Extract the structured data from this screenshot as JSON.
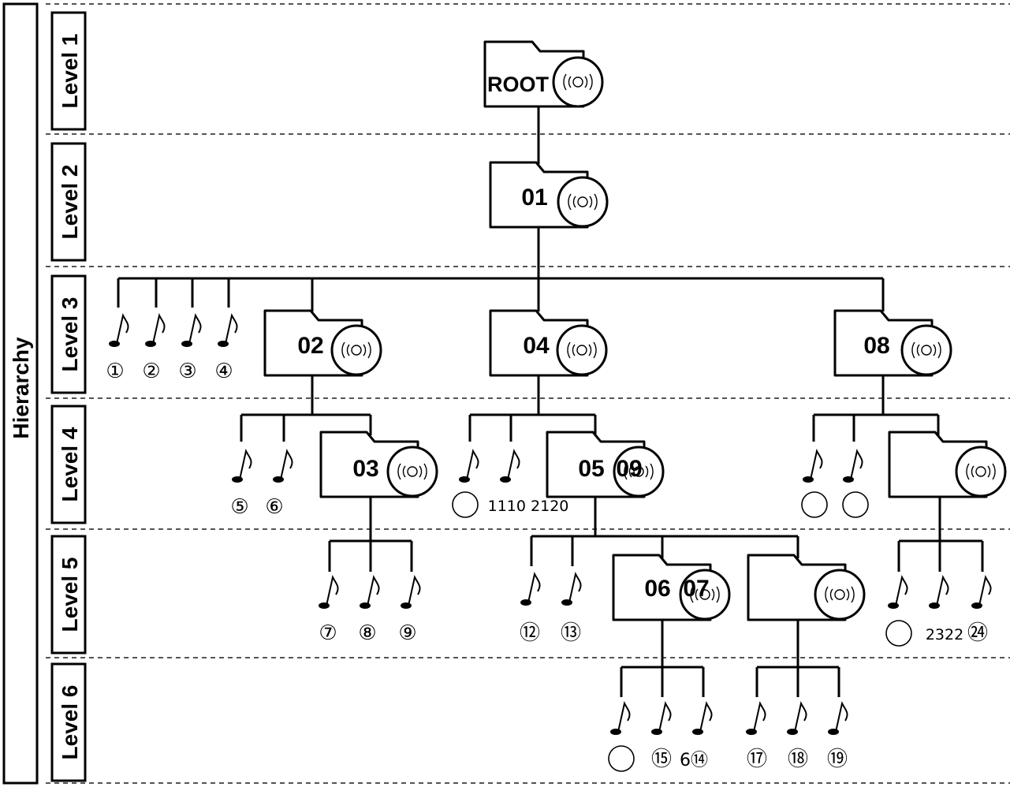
{
  "hierarchy_label": "Hierarchy",
  "levels": [
    "Level 1",
    "Level 2",
    "Level 3",
    "Level 4",
    "Level 5",
    "Level 6"
  ],
  "folders": {
    "root": "ROOT",
    "f01": "01",
    "f02": "02",
    "f03": "03",
    "f04": "04",
    "f05": "05",
    "f06": "06",
    "f07": "07",
    "f08": "08",
    "f09": "09"
  },
  "tracks": {
    "t1": "①",
    "t2": "②",
    "t3": "③",
    "t4": "④",
    "t5": "⑤",
    "t6": "⑥",
    "t7": "⑦",
    "t8": "⑧",
    "t9": "⑨",
    "t10": "",
    "t11": "1110 2120",
    "t12": "⑫",
    "t13": "⑬",
    "t17": "⑰",
    "t18": "⑱",
    "t19": "⑲",
    "t20": "",
    "t21": "",
    "t22": "",
    "t23": "",
    "t24": "2322",
    "t25": "㉔",
    "t26": "",
    "t27": "⑮",
    "t28": "6⑭"
  }
}
